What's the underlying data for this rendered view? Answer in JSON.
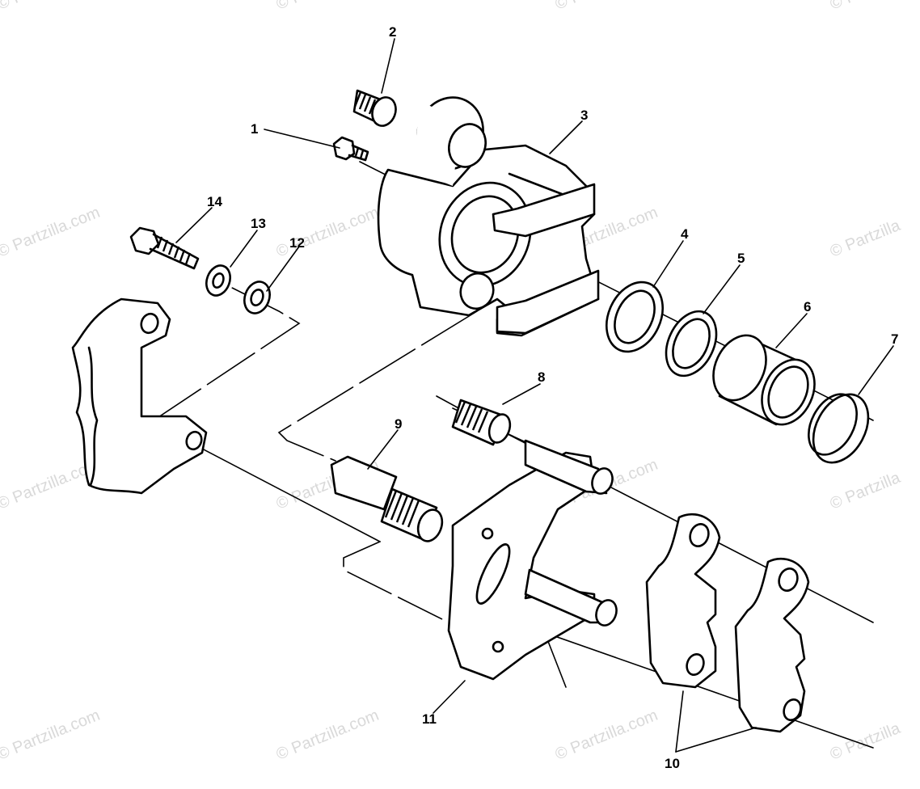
{
  "watermarks": [
    "© Partzilla.com",
    "© Partzilla.com",
    "© Partzilla.com",
    "© Partzilla",
    "© Partzilla.com",
    "© Partzilla.com",
    "© Partzilla.com",
    "© Partzilla",
    "© Partzilla.com",
    "© Partzilla.com",
    "© Partzilla.com",
    "© Partzilla",
    "© Partzilla.com",
    "© Partzilla.com",
    "© Partzilla.com",
    "© Partzilla"
  ],
  "callouts": [
    {
      "id": "1",
      "label": "1"
    },
    {
      "id": "2",
      "label": "2"
    },
    {
      "id": "3",
      "label": "3"
    },
    {
      "id": "4",
      "label": "4"
    },
    {
      "id": "5",
      "label": "5"
    },
    {
      "id": "6",
      "label": "6"
    },
    {
      "id": "7",
      "label": "7"
    },
    {
      "id": "8",
      "label": "8"
    },
    {
      "id": "9",
      "label": "9"
    },
    {
      "id": "10",
      "label": "10"
    },
    {
      "id": "11",
      "label": "11"
    },
    {
      "id": "12",
      "label": "12"
    },
    {
      "id": "13",
      "label": "13"
    },
    {
      "id": "14",
      "label": "14"
    }
  ]
}
